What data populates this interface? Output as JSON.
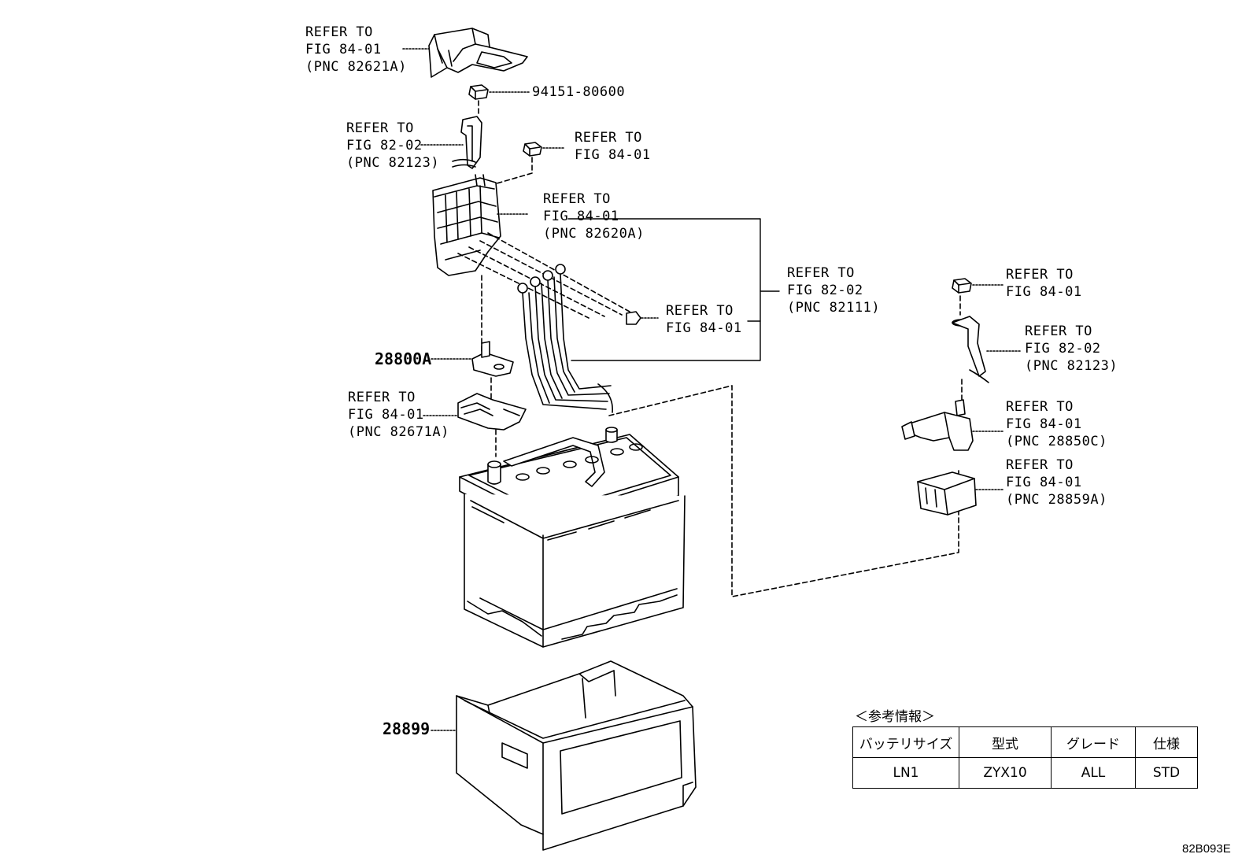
{
  "callouts": [
    {
      "id": "c1",
      "lines": [
        "REFER TO",
        "FIG 84-01",
        "(PNC 82621A)"
      ]
    },
    {
      "id": "c2",
      "lines": [
        "94151-80600"
      ]
    },
    {
      "id": "c3",
      "lines": [
        "REFER TO",
        "FIG 82-02",
        "(PNC 82123)"
      ]
    },
    {
      "id": "c4",
      "lines": [
        "REFER TO",
        "FIG 84-01"
      ]
    },
    {
      "id": "c5",
      "lines": [
        "REFER TO",
        "FIG 84-01",
        "(PNC 82620A)"
      ]
    },
    {
      "id": "c6",
      "lines": [
        "REFER TO",
        "FIG 82-02",
        "(PNC 82111)"
      ]
    },
    {
      "id": "c7",
      "lines": [
        "REFER TO",
        "FIG 84-01"
      ]
    },
    {
      "id": "c8",
      "lines": [
        "REFER TO",
        "FIG 84-01",
        "(PNC 82671A)"
      ]
    },
    {
      "id": "c9",
      "lines": [
        "REFER TO",
        "FIG 84-01"
      ]
    },
    {
      "id": "c10",
      "lines": [
        "REFER TO",
        "FIG 82-02",
        "(PNC 82123)"
      ]
    },
    {
      "id": "c11",
      "lines": [
        "REFER TO",
        "FIG 84-01",
        "(PNC 28850C)"
      ]
    },
    {
      "id": "c12",
      "lines": [
        "REFER TO",
        "FIG 84-01",
        "(PNC 28859A)"
      ]
    }
  ],
  "part_numbers": {
    "p1": "28800A",
    "p2": "28899"
  },
  "reference_info": {
    "title": "＜参考情報＞",
    "headers": [
      "バッテリサイズ",
      "型式",
      "グレード",
      "仕様"
    ],
    "row": [
      "LN1",
      "ZYX10",
      "ALL",
      "STD"
    ]
  },
  "figure_code": "82B093E"
}
